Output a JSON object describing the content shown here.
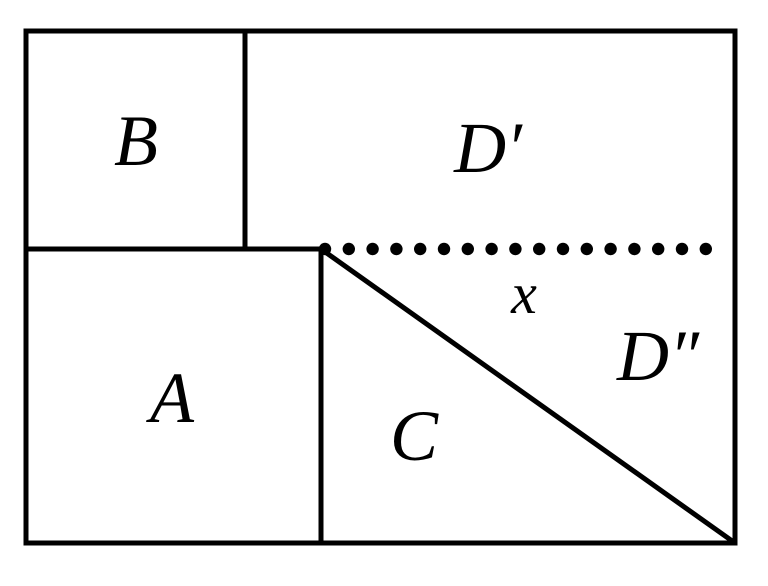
{
  "diagram": {
    "labels": {
      "B": "B",
      "D_prime": "D′",
      "A": "A",
      "C": "C",
      "D_double_prime": "D″",
      "x": "x"
    },
    "colors": {
      "stroke": "#000000",
      "background": "#ffffff"
    }
  }
}
